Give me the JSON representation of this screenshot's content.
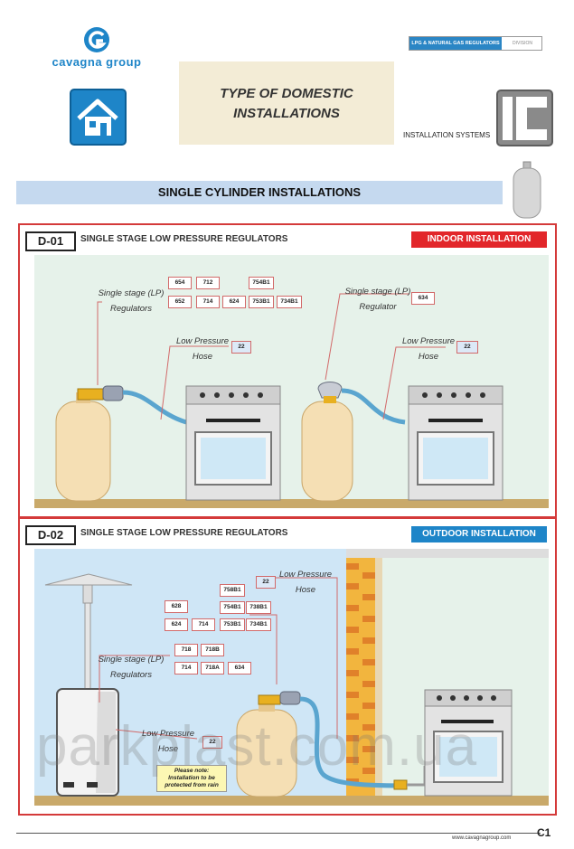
{
  "brand": {
    "name": "cavagna group"
  },
  "header": {
    "title_line1": "TYPE OF DOMESTIC",
    "title_line2": "INSTALLATIONS",
    "tag_blue": "LPG & NATURAL GAS REGULATORS",
    "tag_grey": "DIVISION",
    "installation_systems": "INSTALLATION SYSTEMS"
  },
  "section_title": "SINGLE CYLINDER INSTALLATIONS",
  "panel1": {
    "code": "D-01",
    "title": "SINGLE STAGE LOW PRESSURE REGULATORS",
    "badge": "INDOOR INSTALLATION",
    "left": {
      "reg_label_1": "Single stage (LP)",
      "reg_label_2": "Regulators",
      "codes_top": [
        "654",
        "712",
        "754B1"
      ],
      "codes_bottom": [
        "652",
        "714",
        "624",
        "753B1",
        "734B1"
      ],
      "hose_label_1": "Low Pressure",
      "hose_label_2": "Hose",
      "hose_code": "22"
    },
    "right": {
      "reg_label_1": "Single stage (LP)",
      "reg_label_2": "Regulator",
      "reg_code": "634",
      "hose_label_1": "Low Pressure",
      "hose_label_2": "Hose",
      "hose_code": "22"
    }
  },
  "panel2": {
    "code": "D-02",
    "title": "SINGLE STAGE LOW PRESSURE REGULATORS",
    "badge": "OUTDOOR INSTALLATION",
    "hose_top": {
      "label_1": "Low Pressure",
      "label_2": "Hose",
      "code": "22"
    },
    "group_a": {
      "col1": [
        "628",
        "624"
      ],
      "col2": [
        "714"
      ],
      "col3": [
        "758B1",
        "754B1",
        "753B1"
      ],
      "col4": [
        "738B1",
        "734B1"
      ]
    },
    "reg_label_1": "Single stage (LP)",
    "reg_label_2": "Regulators",
    "group_b": {
      "top": [
        "718",
        "718B"
      ],
      "bottom": [
        "714",
        "718A",
        "634"
      ]
    },
    "hose_low": {
      "label_1": "Low Pressure",
      "label_2": "Hose",
      "code": "22"
    },
    "note_1": "Please note:",
    "note_2": "Installation to be",
    "note_3": "protected from rain"
  },
  "watermark": "parkplast.com.ua",
  "footer": {
    "url": "www.cavagnagroup.com",
    "page": "C1"
  },
  "colors": {
    "brand_blue": "#1e85c8",
    "alert_red": "#e2262a",
    "panel_border": "#d43a3a",
    "floor": "#c9a96a",
    "wall_mint": "#e6f2ea",
    "sky": "#cfe6f6"
  }
}
